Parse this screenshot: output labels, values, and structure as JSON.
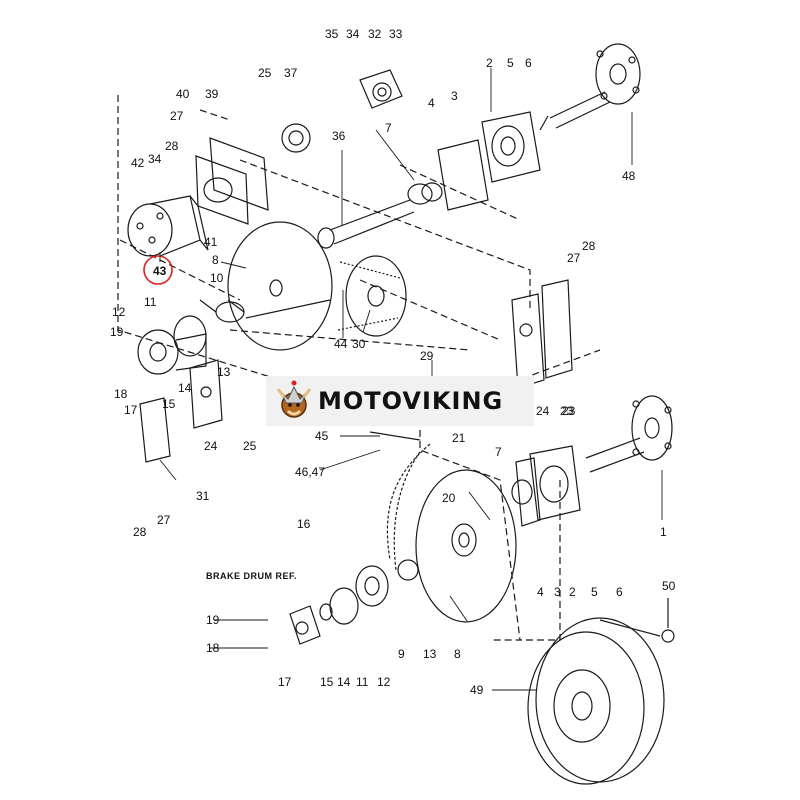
{
  "brand": {
    "name": "MOTOVIKING"
  },
  "diagram": {
    "note": "BRAKE DRUM REF.",
    "highlighted_part": "43",
    "highlight_color": "#e02020",
    "line_color": "#1a1a1a",
    "part_labels": [
      "35",
      "34",
      "32",
      "33",
      "25",
      "37",
      "40",
      "39",
      "27",
      "28",
      "34",
      "42",
      "36",
      "41",
      "43",
      "8",
      "10",
      "11",
      "12",
      "19",
      "18",
      "17",
      "13",
      "14",
      "15",
      "24",
      "25",
      "31",
      "28",
      "27",
      "2",
      "5",
      "6",
      "4",
      "3",
      "7",
      "48",
      "23",
      "28",
      "27",
      "29",
      "44",
      "30",
      "45",
      "21",
      "46,47",
      "20",
      "7",
      "1",
      "6",
      "5",
      "2",
      "3",
      "4",
      "9",
      "8",
      "13",
      "16",
      "11",
      "12",
      "14",
      "15",
      "17",
      "18",
      "19",
      "50",
      "49",
      "24",
      "23"
    ]
  }
}
